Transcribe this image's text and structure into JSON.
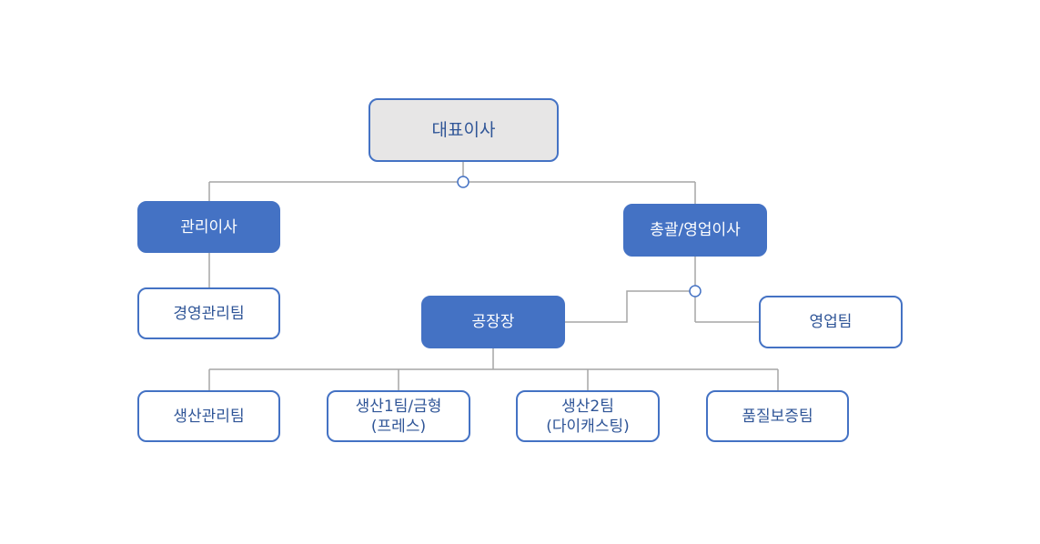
{
  "org": {
    "ceo": "대표이사",
    "admin_director": "관리이사",
    "sales_director": "총괄/영업이사",
    "mgmt_team": "경영관리팀",
    "plant_manager": "공장장",
    "sales_team": "영업팀",
    "prod_mgmt_team": "생산관리팀",
    "prod_team_1": "생산1팀/금형\n(프레스)",
    "prod_team_2": "생산2팀\n(다이캐스팅)",
    "qa_team": "품질보증팀"
  },
  "colors": {
    "accent": "#4472c4",
    "text_dark": "#2f5597",
    "ceo_fill": "#e7e6e6",
    "connector": "#a6a6a6"
  }
}
